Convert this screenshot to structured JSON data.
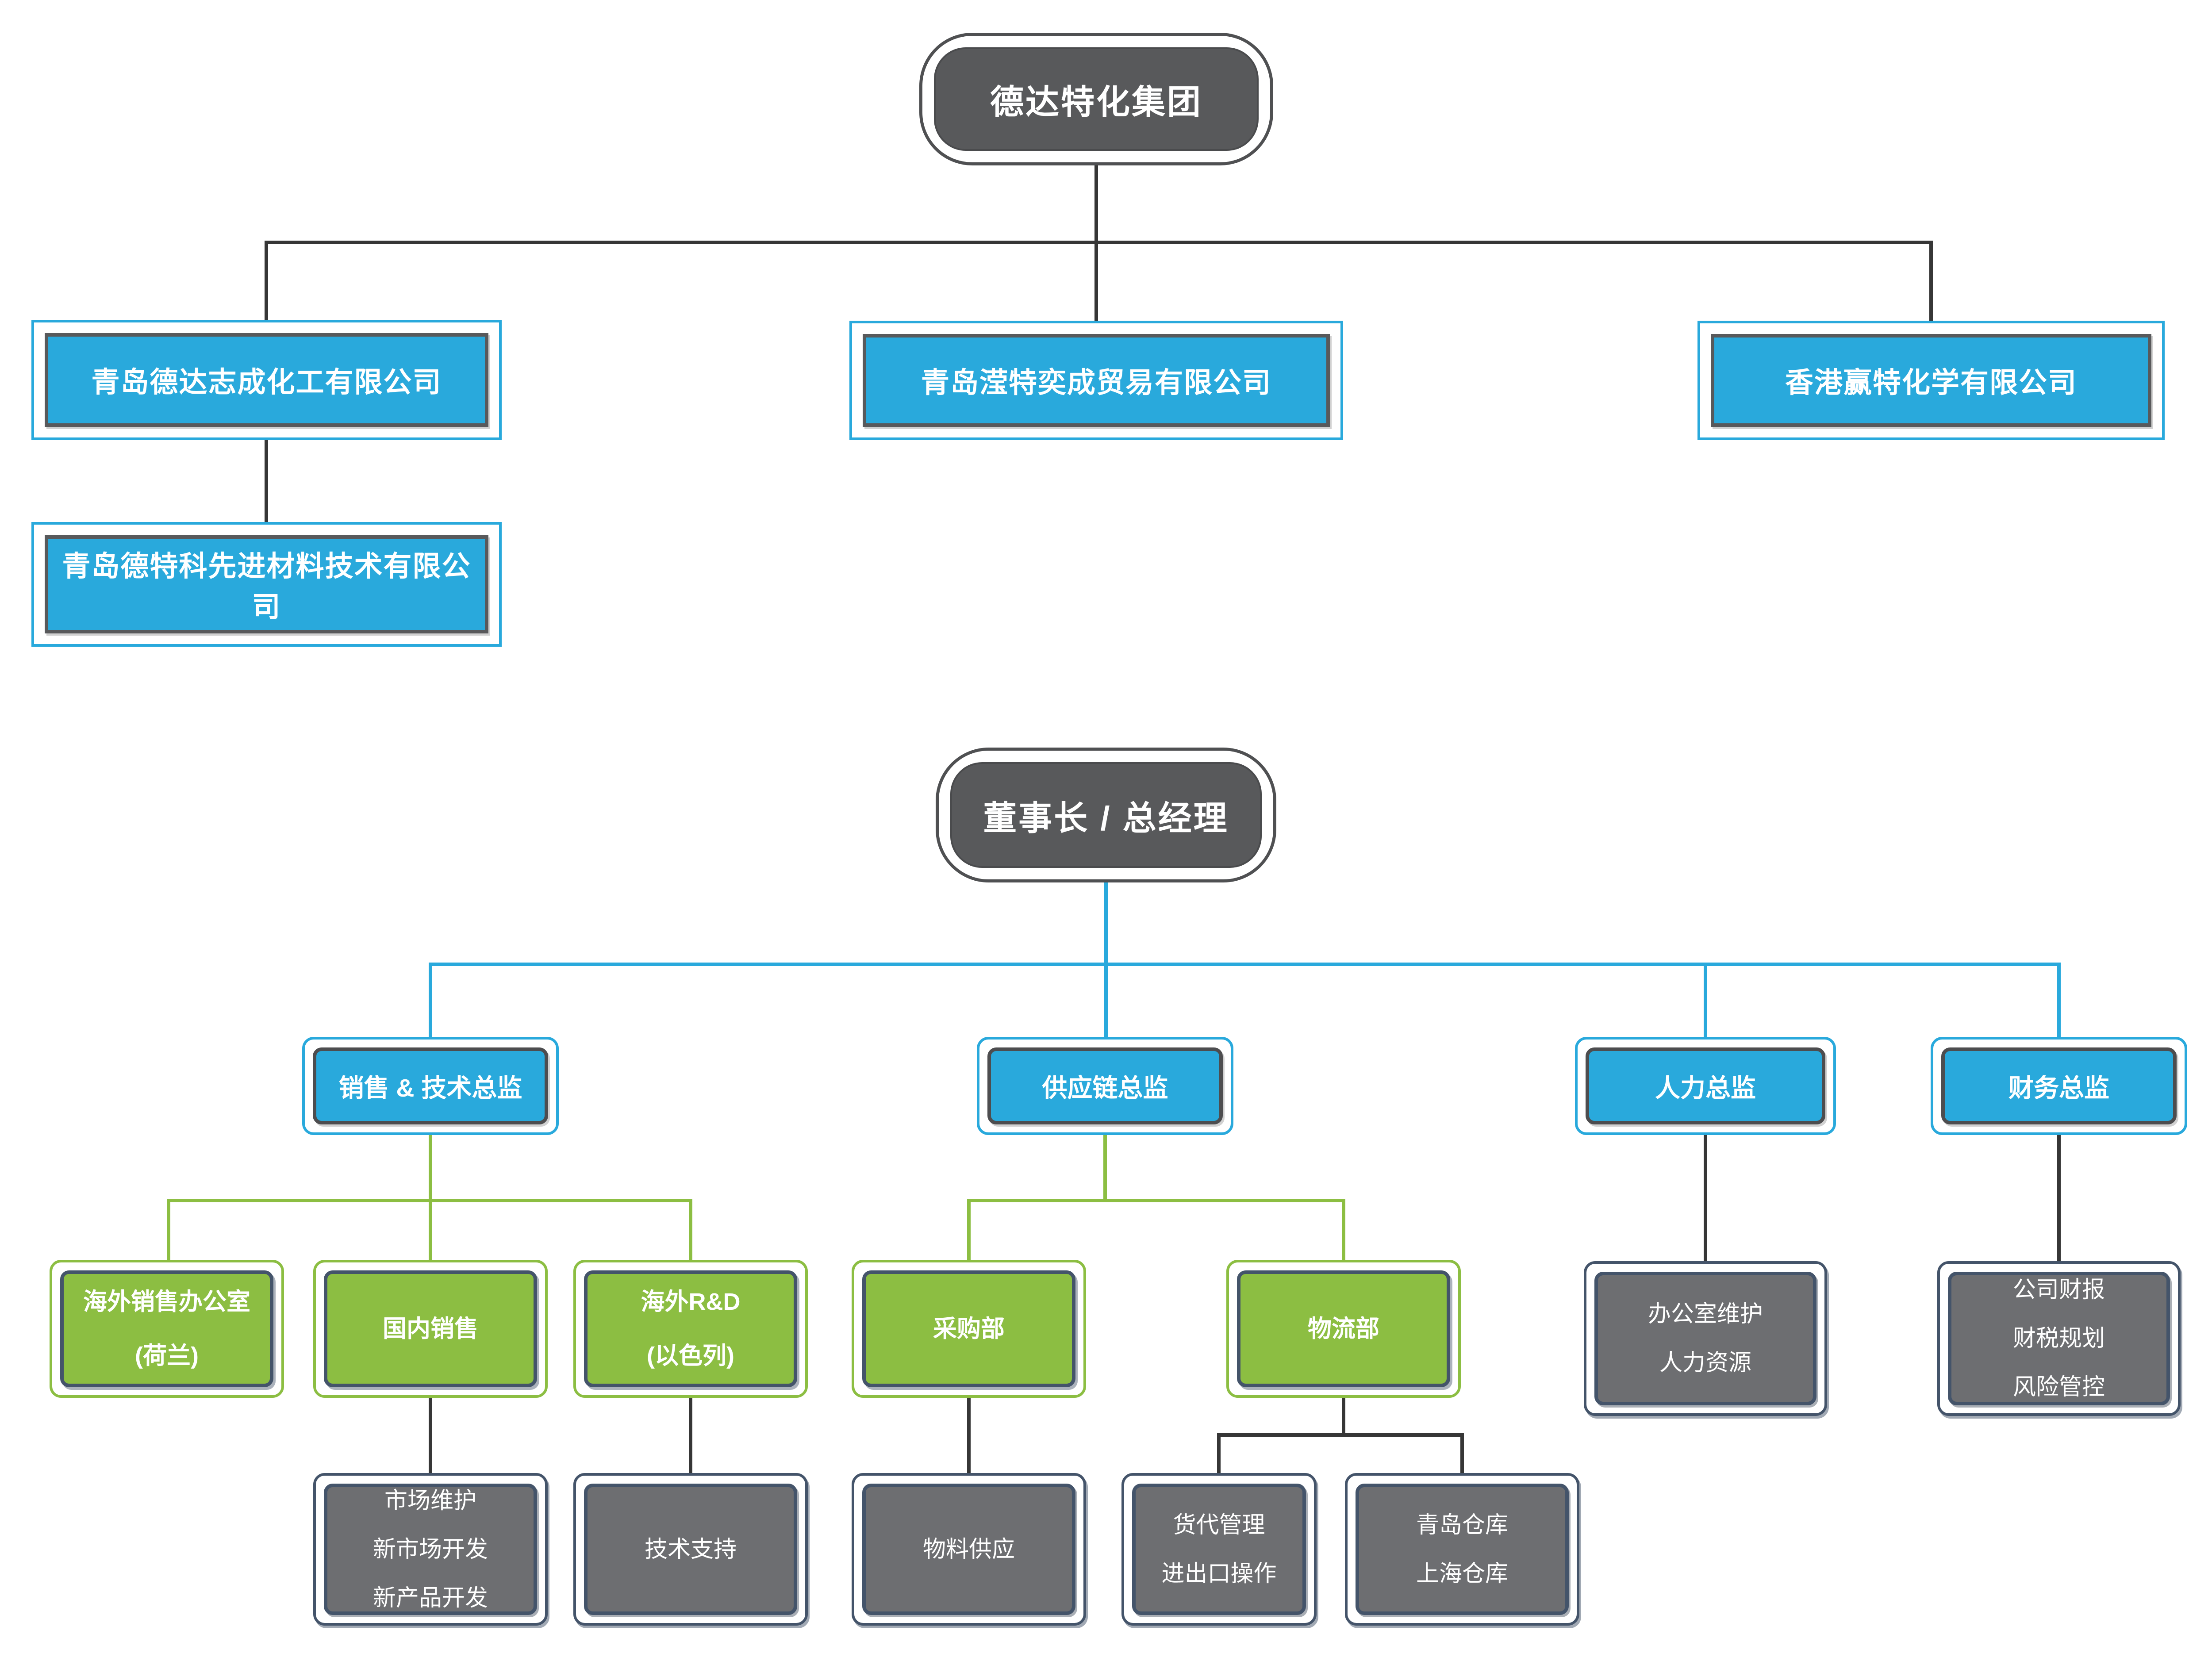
{
  "chart": {
    "group_pill": "德达特化集团",
    "ceo_pill": "董事长 / 总经理",
    "companies": [
      "青岛德达志成化工有限公司",
      "青岛滢特奕成贸易有限公司",
      "香港赢特化学有限公司",
      "青岛德特科先进材料技术有限公司"
    ],
    "directors": [
      "销售 & 技术总监",
      "供应链总监",
      "人力总监",
      "财务总监"
    ],
    "departments": [
      {
        "lines": [
          "海外销售办公室",
          "(荷兰)"
        ]
      },
      {
        "lines": [
          "国内销售"
        ]
      },
      {
        "lines": [
          "海外R&D",
          "(以色列)"
        ]
      },
      {
        "lines": [
          "采购部"
        ]
      },
      {
        "lines": [
          "物流部"
        ]
      }
    ],
    "functions": [
      {
        "lines": [
          "市场维护",
          "新市场开发",
          "新产品开发"
        ]
      },
      {
        "lines": [
          "技术支持"
        ]
      },
      {
        "lines": [
          "物料供应"
        ]
      },
      {
        "lines": [
          "货代管理",
          "进出口操作"
        ]
      },
      {
        "lines": [
          "青岛仓库",
          "上海仓库"
        ]
      },
      {
        "lines": [
          "办公室维护",
          "人力资源"
        ]
      },
      {
        "lines": [
          "公司财报",
          "财税规划",
          "风险管控"
        ]
      }
    ],
    "colors": {
      "blue": "#29A9DC",
      "green": "#8CBE42",
      "gray_fill": "#6D6E71",
      "dark_fill": "#58595B",
      "slate_border": "#44546A",
      "dark_line": "#363636"
    }
  }
}
